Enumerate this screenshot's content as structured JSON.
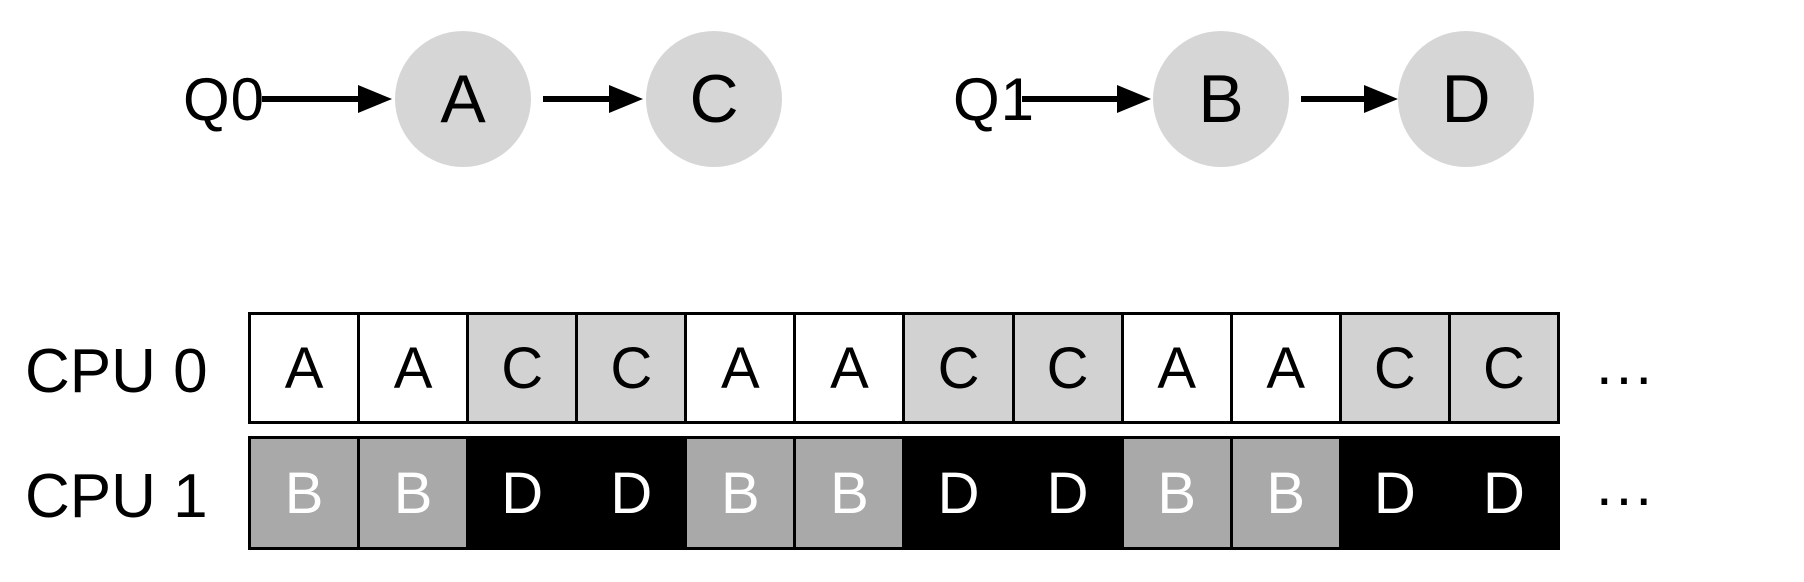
{
  "queues": [
    {
      "label": "Q0",
      "tasks": [
        "A",
        "C"
      ]
    },
    {
      "label": "Q1",
      "tasks": [
        "B",
        "D"
      ]
    }
  ],
  "timeline": {
    "rows": [
      {
        "label": "CPU 0",
        "slots": [
          "A",
          "A",
          "C",
          "C",
          "A",
          "A",
          "C",
          "C",
          "A",
          "A",
          "C",
          "C"
        ],
        "ellipsis": "..."
      },
      {
        "label": "CPU 1",
        "slots": [
          "B",
          "B",
          "D",
          "D",
          "B",
          "B",
          "D",
          "D",
          "B",
          "B",
          "D",
          "D"
        ],
        "ellipsis": "..."
      }
    ]
  },
  "colors": {
    "node_fill": "#d6d6d6",
    "task_a": "#ffffff",
    "task_b": "#a9a9a9",
    "task_c": "#d2d2d2",
    "task_d": "#000000"
  }
}
